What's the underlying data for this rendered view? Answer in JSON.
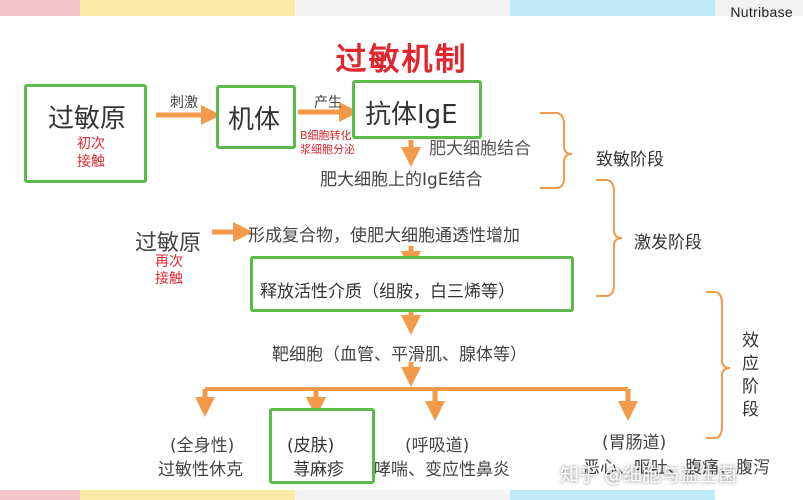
{
  "brand": "Nutribase",
  "title": "过敏机制",
  "colors": {
    "title": "#e0262f",
    "box_border": "#5aba4a",
    "arrow": "#f29a4a",
    "brace": "#f29a4a"
  },
  "nodes": {
    "allergen1": "过敏原",
    "first_contact": [
      "初次",
      "接触"
    ],
    "stimulate": "刺激",
    "body": "机体",
    "produce": "产生",
    "antibody": "抗体IgE",
    "b_cell_note": [
      "B细胞转化",
      "浆细胞分泌"
    ],
    "mast_bind": "肥大细胞结合",
    "mast_ige": "肥大细胞上的IgE结合",
    "allergen2": "过敏原",
    "second_contact": [
      "再次",
      "接触"
    ],
    "complex": "形成复合物，使肥大细胞通透性增加",
    "release": "释放活性介质（组胺，白三烯等）",
    "target": "靶细胞（血管、平滑肌、腺体等）"
  },
  "stages": {
    "sensitization": "致敏阶段",
    "activation": "激发阶段",
    "effect": [
      "效",
      "应",
      "阶",
      "段"
    ]
  },
  "outcomes": [
    {
      "category": "(全身性)",
      "effect": "过敏性休克"
    },
    {
      "category": "(皮肤)",
      "effect": "荨麻疹"
    },
    {
      "category": "(呼吸道)",
      "effect": "哮喘、变应性鼻炎"
    },
    {
      "category": "(胃肠道)",
      "effect": "恶心、呕吐、腹痛、腹泻"
    }
  ],
  "watermark": "知乎 @细胞与益生菌"
}
